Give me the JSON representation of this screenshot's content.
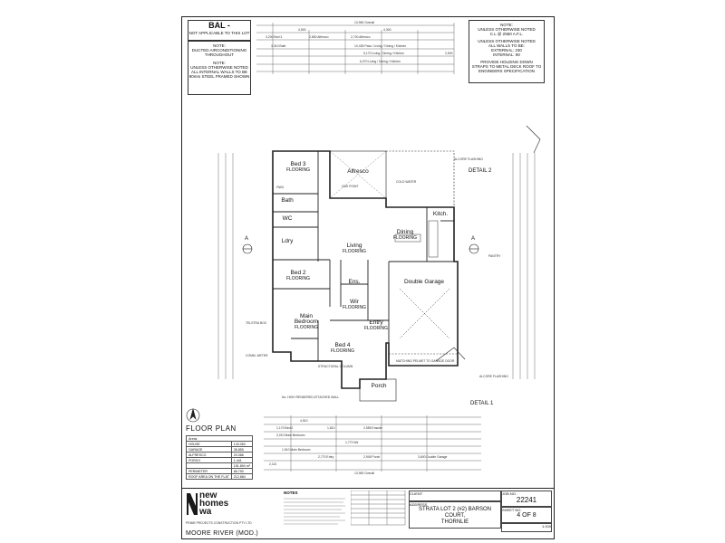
{
  "bal": {
    "title": "BAL -",
    "subtitle": "NOT APPLICABLE TO THIS LOT"
  },
  "notes_left": [
    "NOTE:",
    "DUCTED AIRCONDITIONING",
    "THROUGHOUT",
    "NOTE:",
    "UNLESS OTHERWISE NOTED",
    "ALL INTERNAL WALLS TO BE",
    "90mm STEEL FRAMED SHOWN"
  ],
  "notes_right": [
    "NOTE:",
    "UNLESS OTHERWISE NOTED",
    "C.L @ 2550 A.F.L.",
    "UNLESS OTHERWISE NOTED",
    "ALL WALLS TO BE:",
    "EXTERNAL: 230",
    "INTERNAL: 90",
    "PROVIDE HOLDING DOWN",
    "STRAPS TO METAL DECK ROOF TO",
    "ENGINEERS SPECIFICATION"
  ],
  "top_dims": [
    "13,950 Overall",
    "4,500",
    "4,300",
    "3,200 Bed 3",
    "2,850 Alfresco",
    "2,700 Alfresco",
    "3,310 Bath",
    "10,435 Pass / Living / Dining / Kitchen",
    "5,170 Living / Dining / Kitchen",
    "2,500",
    "6,070 Living / Dining / Kitchen"
  ],
  "rooms": {
    "bed3": "Bed 3",
    "alfresco": "Alfresco",
    "bath": "Bath",
    "wc": "WC",
    "ldry": "Ldry",
    "living": "Living",
    "dining": "Dining",
    "kitch": "Kitch.",
    "bed2": "Bed 2",
    "ens": "Ens.",
    "wir": "Wir",
    "main_bedroom_1": "Main",
    "main_bedroom_2": "Bedroom",
    "entry": "Entry",
    "bed4": "Bed 4",
    "double_garage": "Double Garage",
    "porch": "Porch",
    "flooring": "FLOORING"
  },
  "labels": {
    "detail2": "DETAIL 2",
    "detail1": "DETAIL 1",
    "section_a": "A",
    "alcore_flashing_top": "ALCORE FLASHING",
    "alcore_flashing_bottom": "ALCORE FLASHING",
    "gas_point": "GAS POINT",
    "cold_water": "COLD WATER",
    "pantry": "PANTRY",
    "telstra_box": "TELSTRA BOX",
    "comm_meter": "COMM. METER",
    "structural_column": "STRUCTURAL COLUMN",
    "high_rendered_wall": "No. HIGH RENDERED ATTACHED WALL",
    "matching_pelmet": "MATCHING PELMET TO GARAGE DOOR",
    "hwu": "HWU"
  },
  "floor_plan": {
    "title": "FLOOR PLAN",
    "table_header": "Areas",
    "rows": [
      {
        "name": "HOUSE",
        "value": "143.063"
      },
      {
        "name": "GARAGE",
        "value": "36.855"
      },
      {
        "name": "ALFRESCO",
        "value": "20.086"
      },
      {
        "name": "PORCH",
        "value": "1.441"
      }
    ],
    "total": "151.894 m²",
    "perimeter_label": "PERIMETER",
    "perimeter_value": "66.790",
    "roof_label": "ROOF AREA ON THE FLAT",
    "roof_value": "212.884"
  },
  "bottom_dims": [
    "4,510",
    "1,170 Bed 2",
    "1,810",
    "2,555 Ensuite",
    "3,010 Main Bedroom",
    "1,770 Wir",
    "1,510 Main Bedroom",
    "2,770 Entry",
    "2,945 Porch",
    "3,600 Double Garage",
    "13,950 Overall",
    "2,110"
  ],
  "company": {
    "logo_line1": "new",
    "logo_line2": "homes",
    "logo_line3": "wa",
    "name": "PRIME PROJECTS CONSTRUCTION PTY LTD",
    "notes_title": "NOTES"
  },
  "title_block": {
    "client_label": "CLIENT",
    "address_label": "ADDRESS",
    "address_line1": "STRATA LOT 2 (#2) BARSON COURT,",
    "address_line2": "THORNLIE",
    "job_no_label": "JOB NO.",
    "job_no": "22241",
    "sheet_label": "SHEET NO.",
    "sheet": "4 OF 8",
    "scale": "1:100",
    "design": "MOORE RIVER (MOD.)"
  },
  "colors": {
    "line": "#222222",
    "paper": "#ffffff",
    "hatch": "#888888"
  }
}
